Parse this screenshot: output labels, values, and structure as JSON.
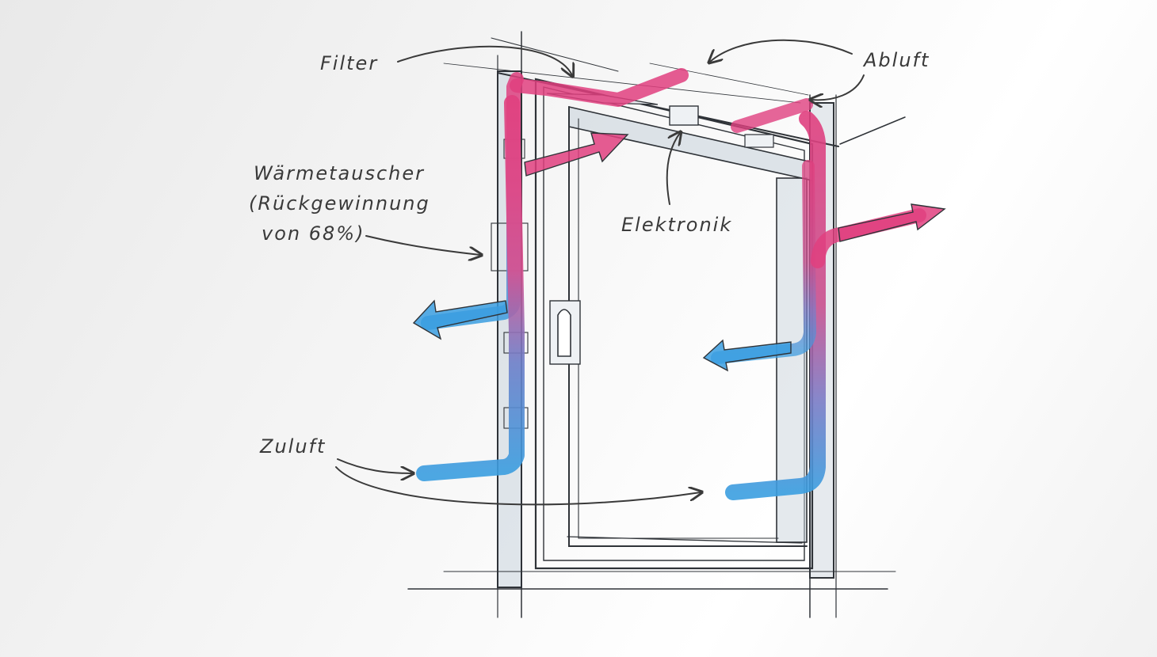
{
  "labels": {
    "filter": "Filter",
    "abluft": "Abluft",
    "elektronik": "Elektronik",
    "waermetauscher": [
      "Wärmetauscher",
      "(Rückgewinnung",
      "von 68%)"
    ],
    "zuluft": "Zuluft"
  },
  "colors": {
    "warm_air": "#e0407f",
    "cool_air": "#3a9ee0",
    "sketch_line": "#2f3338",
    "frame_fill": "#c9d3dc"
  }
}
